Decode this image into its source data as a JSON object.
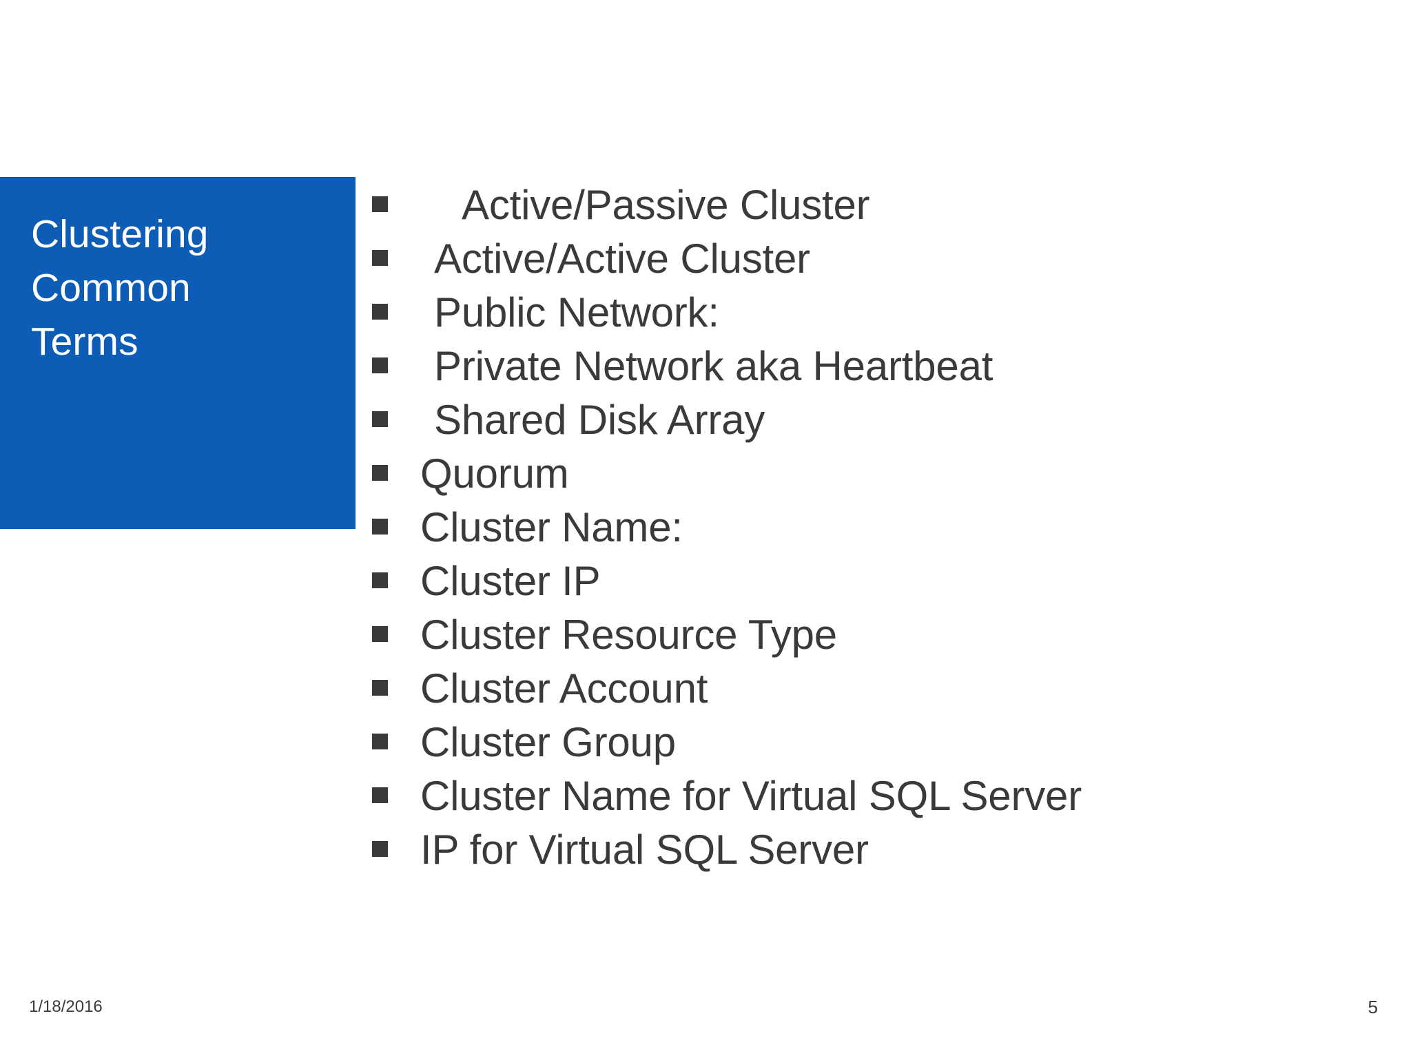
{
  "slide": {
    "background_color": "#FFFFFF",
    "accent_color": "#0D5CB6",
    "text_color": "#3A3A3C",
    "title_text_color": "#FFFFFF"
  },
  "title": {
    "text": "Clustering\nCommon\nTerms",
    "lines": [
      "Clustering",
      "Common",
      "Terms"
    ]
  },
  "bullets": {
    "marker": "square-bullet",
    "items": [
      {
        "label": "Active/Passive Cluster",
        "indent": 2
      },
      {
        "label": "Active/Active Cluster",
        "indent": 1
      },
      {
        "label": "Public Network:",
        "indent": 1
      },
      {
        "label": "Private Network aka Heartbeat",
        "indent": 1
      },
      {
        "label": "Shared Disk Array",
        "indent": 1
      },
      {
        "label": "Quorum",
        "indent": 0
      },
      {
        "label": "Cluster Name:",
        "indent": 0
      },
      {
        "label": "Cluster IP",
        "indent": 0
      },
      {
        "label": "Cluster Resource Type",
        "indent": 0
      },
      {
        "label": "Cluster Account",
        "indent": 0
      },
      {
        "label": "Cluster Group",
        "indent": 0
      },
      {
        "label": "Cluster Name for Virtual SQL Server",
        "indent": 0
      },
      {
        "label": "IP for Virtual SQL Server",
        "indent": 0
      }
    ]
  },
  "footer": {
    "date": "1/18/2016",
    "page_number": "5"
  }
}
